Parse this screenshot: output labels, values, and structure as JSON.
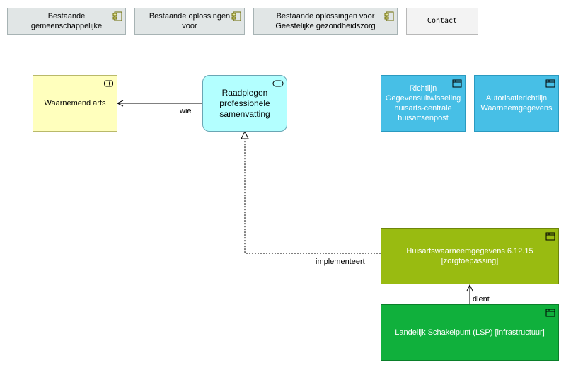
{
  "top_boxes": [
    {
      "label": "Bestaande gemeenschappelijke"
    },
    {
      "label": "Bestaande oplossingen voor"
    },
    {
      "label": "Bestaande oplossingen voor Geestelijke gezondheidszorg"
    },
    {
      "label": "Contact"
    }
  ],
  "nodes": {
    "waarnemend_arts": "Waarnemend arts",
    "raadplegen": "Raadplegen professionele samenvatting",
    "richtlijn": "Richtlijn Gegevensuitwisseling huisarts-centrale huisartsenpost",
    "autorisatie": "Autorisatierichtlijn Waarneemgegevens",
    "huisarts_waarneem": "Huisartswaarneemgegevens 6.12.15 [zorgtoepassing]",
    "lsp": "Landelijk Schakelpunt (LSP) [infrastructuur]"
  },
  "edges": {
    "wie": "wie",
    "implementeert": "implementeert",
    "dient": "dient"
  },
  "colors": {
    "component_box": "#e1e6e6",
    "actor": "#ffffbd",
    "service": "#b3ffff",
    "document": "#47bfe6",
    "application": "#99bb11",
    "infrastructure": "#10b03c"
  }
}
